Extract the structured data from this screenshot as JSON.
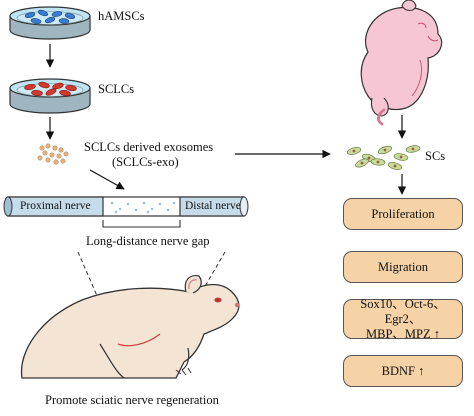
{
  "labels": {
    "hamscs": "hAMSCs",
    "sclcs": "SCLCs",
    "exosomes_line1": "SCLCs derived exosomes",
    "exosomes_line2": "(SCLCs-exo)",
    "proximal": "Proximal nerve",
    "distal": "Distal nerve",
    "gap": "Long-distance nerve gap",
    "caption": "Promote sciatic nerve regeneration",
    "scs": "SCs"
  },
  "boxes": {
    "proliferation": "Proliferation",
    "migration": "Migration",
    "markers_line1": "Sox10、Oct-6、Egr2、",
    "markers_line2": "MBP、MPZ",
    "bdnf": "BDNF",
    "up_arrow": "↑"
  },
  "colors": {
    "dish_water": "#bfe3f2",
    "hamsc_cell": "#3a7bd5",
    "sclc_cell": "#d4382c",
    "exosome": "#e8b27a",
    "box_fill": "#f6d3a6",
    "pup_body": "#f7c6d4",
    "rat_body": "#f3e4d4",
    "sc_cell": "#c9d9a0"
  }
}
